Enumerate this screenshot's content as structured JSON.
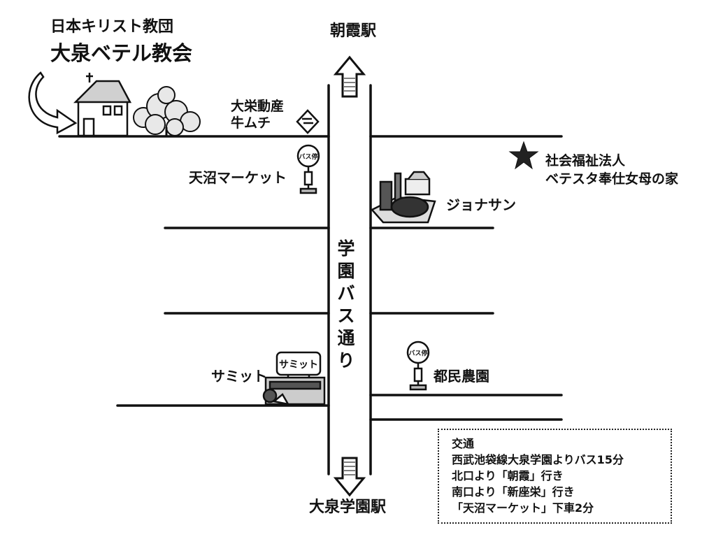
{
  "church": {
    "org": "日本キリスト教団",
    "name": "大泉ベテル教会"
  },
  "stations": {
    "north": "朝霞駅",
    "south": "大泉学園駅"
  },
  "street": "学園バス通り",
  "landmarks": {
    "daiei": "大栄動産\n牛ムチ",
    "tennuma_market": "天沼マーケット",
    "welfare": "社会福祉法人\nベテスタ奉仕女母の家",
    "jonathan": "ジョナサン",
    "summit": "サミット",
    "summit_sign": "サミット",
    "tomin_noen": "都民農園"
  },
  "bus_stop_sign": "バス停",
  "access": {
    "title": "交通",
    "lines": [
      "西武池袋線大泉学園よりバス15分",
      "北口より「朝霞」行き",
      "南口より「新座栄」行き",
      "「天沼マーケット」下車2分"
    ]
  },
  "icons": [
    "church-icon",
    "tree-icon",
    "curved-arrow-icon",
    "diamond-sign-icon",
    "star-icon",
    "bus-stop-icon",
    "restaurant-icon",
    "supermarket-icon",
    "north-arrow-icon",
    "south-arrow-icon"
  ]
}
